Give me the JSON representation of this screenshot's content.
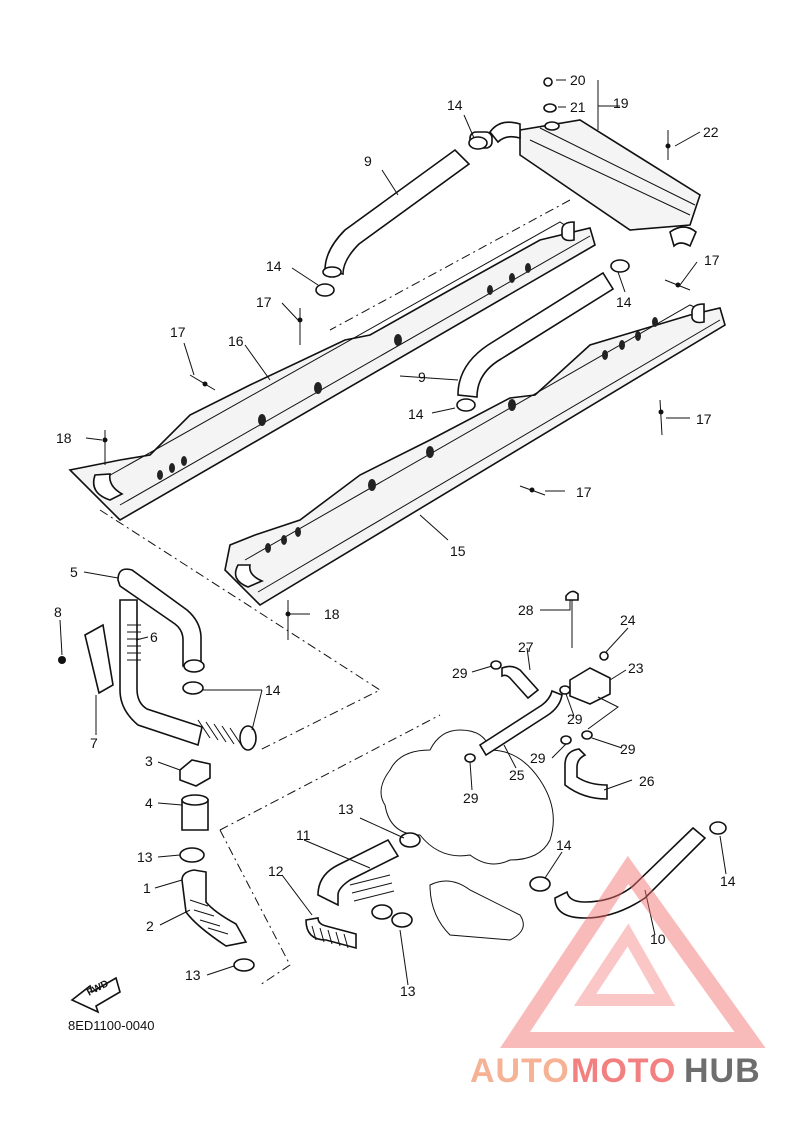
{
  "diagram": {
    "drawing_code": "8ED1100-0040",
    "fwd_label": "FWD",
    "callouts": [
      "1",
      "2",
      "3",
      "4",
      "5",
      "6",
      "7",
      "8",
      "9",
      "9",
      "10",
      "11",
      "12",
      "13",
      "13",
      "13",
      "13",
      "14",
      "14",
      "14",
      "14",
      "14",
      "14",
      "14",
      "15",
      "16",
      "17",
      "17",
      "17",
      "17",
      "17",
      "18",
      "18",
      "19",
      "20",
      "21",
      "22",
      "23",
      "24",
      "25",
      "26",
      "27",
      "28",
      "29",
      "29",
      "29",
      "29",
      "29"
    ]
  },
  "watermark": {
    "part1": "AUTO",
    "part2": "MOTO",
    "part3": "HUB",
    "color_primary": "#f4a582",
    "color_secondary": "#f26b6b",
    "color_dark": "#555555"
  }
}
